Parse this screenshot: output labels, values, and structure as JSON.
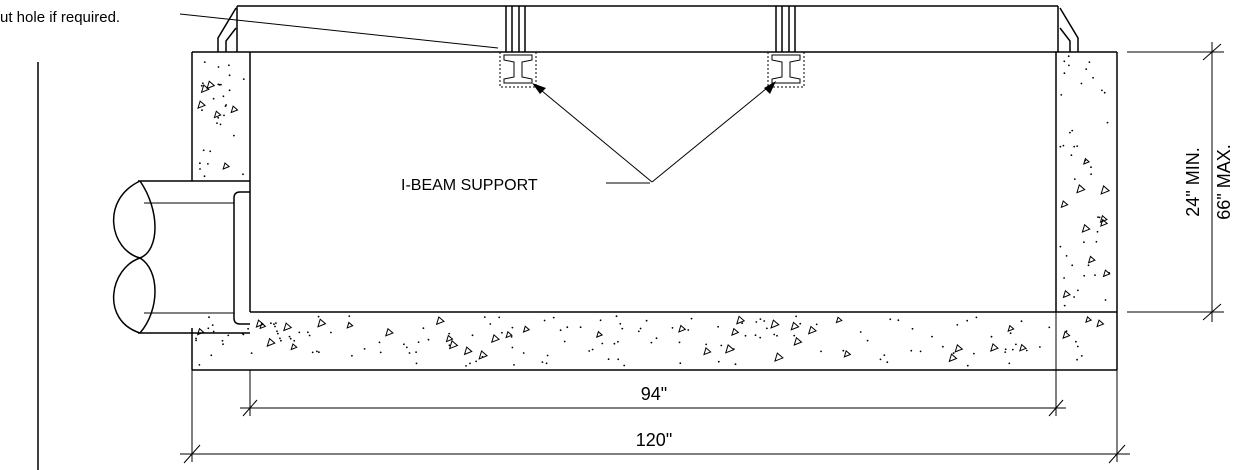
{
  "labels": {
    "note": "ut hole if required.",
    "ibeam": "I-BEAM SUPPORT",
    "dim_inner": "94\"",
    "dim_outer": "120\"",
    "dim_min": "24\" MIN.",
    "dim_max": "66\" MAX."
  },
  "colors": {
    "line": "#000000",
    "background": "#ffffff"
  }
}
